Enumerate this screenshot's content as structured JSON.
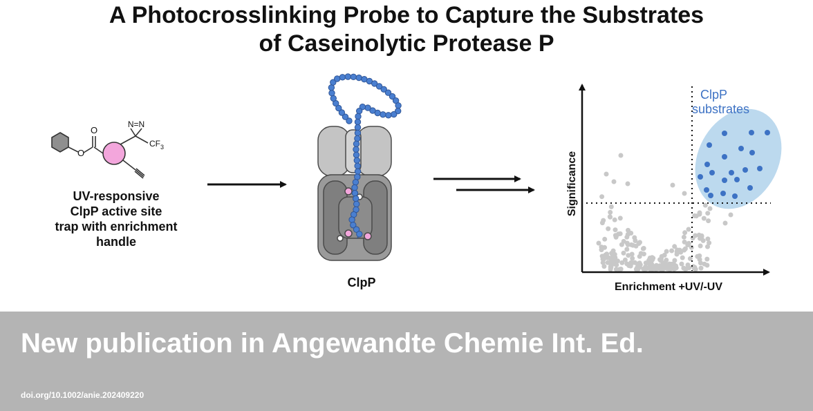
{
  "title": {
    "line1": "A Photocrosslinking Probe to Capture the Substrates",
    "line2": "of Caseinolytic Protease P"
  },
  "probe": {
    "atom_o_carbonyl": "O",
    "atom_o_ester": "O",
    "atom_diazirine": "N=N",
    "atom_cf3": "CF",
    "atom_cf3_sub": "3",
    "caption": [
      "UV-responsive",
      "ClpP active site",
      "trap with enrichment",
      "handle"
    ]
  },
  "clpp": {
    "label": "ClpP"
  },
  "plot": {
    "xlabel": "Enrichment +UV/-UV",
    "ylabel": "Significance",
    "annotation": [
      "ClpP",
      "substrates"
    ]
  },
  "footer": {
    "publication": "New publication in Angewandte Chemie Int. Ed.",
    "doi": "doi.org/10.1002/anie.202409220"
  },
  "colors": {
    "background": "#ffffff",
    "footer_bg": "#b4b4b4",
    "text": "#111111",
    "accent_blue": "#3d72c4",
    "highlight_ellipse": "#bcd9ee",
    "probe_pink": "#f3a6dc",
    "protein_gray": "#8a8a8a",
    "protein_light": "#c4c4c4",
    "points_gray": "#c8c8c8"
  },
  "icons": {
    "phenyl": "hexagon",
    "probe_core": "pink-circle",
    "clpp_complex": "clpp-barrel",
    "substrate_chain": "blue-bead-chain"
  }
}
